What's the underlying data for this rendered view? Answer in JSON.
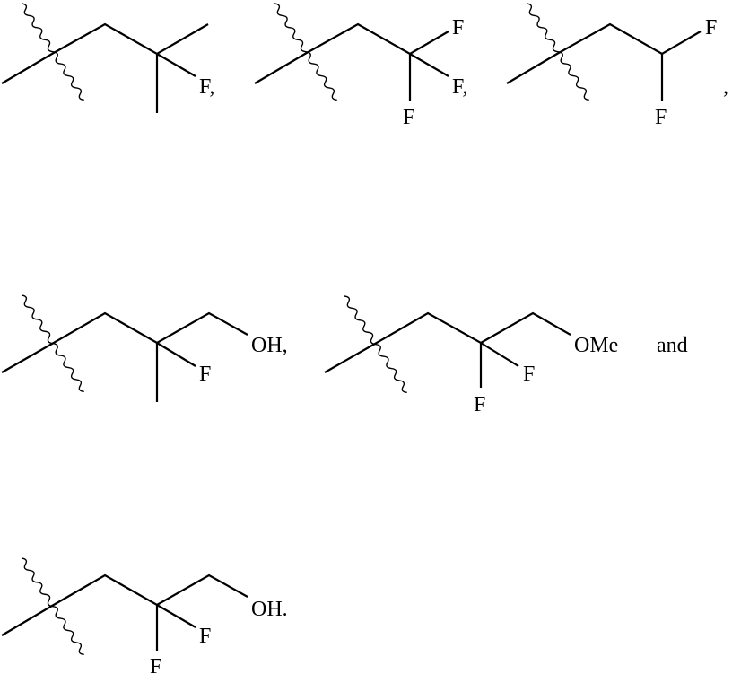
{
  "diagram": {
    "type": "chemical-structures",
    "structures": [
      {
        "id": "s1",
        "description": "2-fluoro-2-methylpropyl fragment",
        "labels": {
          "f1": "F,"
        }
      },
      {
        "id": "s2",
        "description": "3,3,3-trifluoropropyl fragment",
        "labels": {
          "f_top": "F",
          "f_right": "F,",
          "f_bottom": "F"
        }
      },
      {
        "id": "s3",
        "description": "3,3-difluoropropyl fragment",
        "labels": {
          "f_top": "F",
          "f_bottom": "F",
          "sep": ","
        }
      },
      {
        "id": "s4",
        "description": "2-fluoro-2-(hydroxymethyl)propyl fragment",
        "labels": {
          "oh": "OH,",
          "f1": "F"
        }
      },
      {
        "id": "s5",
        "description": "2,2-difluoro-3-methoxypropyl fragment",
        "labels": {
          "ome": "OMe",
          "f1": "F",
          "f2": "F",
          "conj": "and"
        }
      },
      {
        "id": "s6",
        "description": "2,2-difluoro-3-hydroxypropyl fragment",
        "labels": {
          "oh": "OH.",
          "f1": "F",
          "f2": "F"
        }
      }
    ]
  }
}
